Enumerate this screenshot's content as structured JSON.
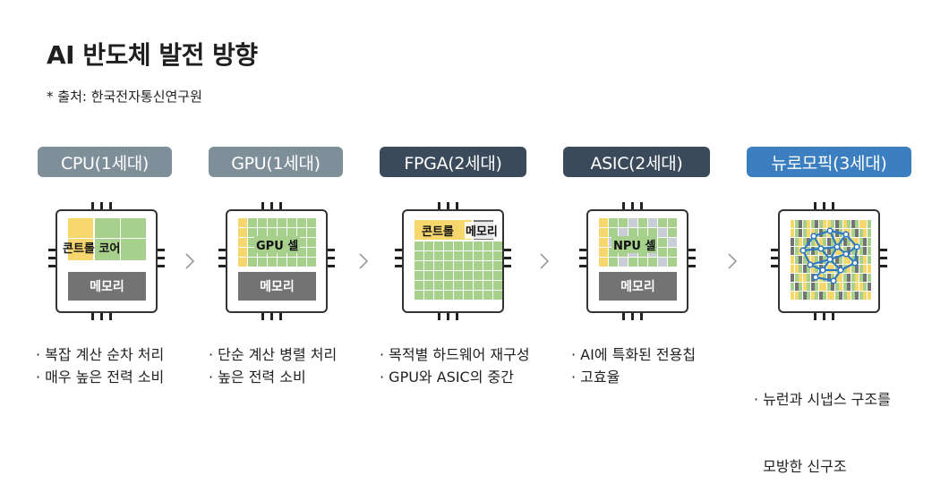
{
  "title": "AI 반도체 발전 방향",
  "source": "* 출처: 한국전자통신연구원",
  "colors": {
    "pill_gray": "#7f8f99",
    "pill_dark": "#3b4a5a",
    "pill_blue": "#3c7fc1",
    "yellow": "#f5d76e",
    "green": "#a7d08c",
    "gray_cell": "#c9cdd6",
    "memory": "#737373",
    "neural": "#2f79c2"
  },
  "stages": [
    {
      "label": "CPU(1세대)",
      "chip_label": "콘트롤 코어",
      "memory": "메모리",
      "desc": [
        "· 복잡 계산 순차 처리",
        "· 매우 높은 전력 소비"
      ]
    },
    {
      "label": "GPU(1세대)",
      "chip_label": "GPU 셀",
      "memory": "메모리",
      "desc": [
        "· 단순 계산 병렬 처리",
        "· 높은 전력 소비"
      ]
    },
    {
      "label": "FPGA(2세대)",
      "chip_label_control": "콘트롤",
      "chip_label_memory": "메모리",
      "desc": [
        "· 목적별 하드웨어 재구성",
        "· GPU와 ASIC의 중간"
      ]
    },
    {
      "label": "ASIC(2세대)",
      "chip_label": "NPU 셀",
      "memory": "메모리",
      "desc": [
        "· AI에 특화된 전용칩",
        "· 고효율"
      ]
    },
    {
      "label": "뉴로모픽(3세대)",
      "desc": [
        "· 뉴런과 시냅스 구조를",
        "  모방한 신구조"
      ]
    }
  ],
  "icons": [
    "chevron-right-icon",
    "brain-network-icon",
    "chip-icon"
  ]
}
